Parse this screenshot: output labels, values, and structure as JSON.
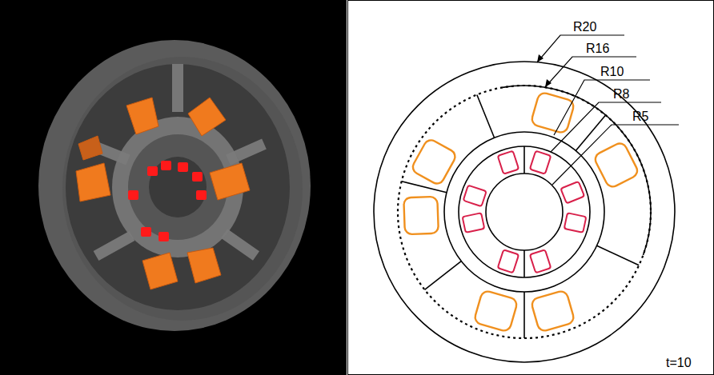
{
  "diagram": {
    "labels": [
      "R20",
      "R16",
      "R10",
      "R8",
      "R5",
      "t=10"
    ]
  }
}
